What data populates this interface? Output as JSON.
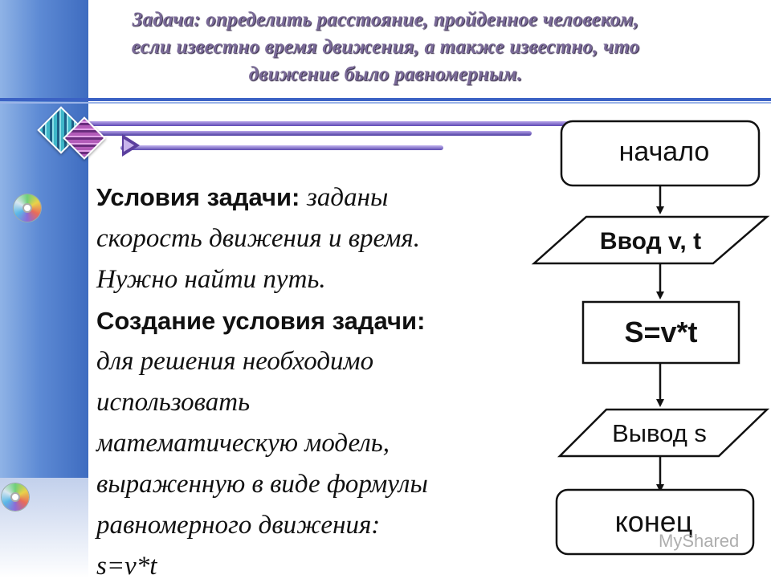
{
  "title": {
    "lines": [
      "Задача: определить расстояние, пройденное человеком,",
      "если известно время движения, а также известно, что",
      "движение было равномерным."
    ]
  },
  "body": {
    "conditions_label": "Условия задачи:",
    "conditions_lines": [
      "заданы",
      "скорость движения и время.",
      "Нужно найти путь."
    ],
    "creation_label": "Создание условия задачи:",
    "creation_lines": [
      "для решения необходимо",
      "использовать",
      "математическую модель,",
      "выраженную в виде формулы",
      "равномерного движения:",
      "s=v*t"
    ]
  },
  "flowchart": {
    "start": "начало",
    "input": "Ввод v, t",
    "process": "S=v*t",
    "output": "Вывод s",
    "end": "конец"
  },
  "watermark": "MyShared"
}
